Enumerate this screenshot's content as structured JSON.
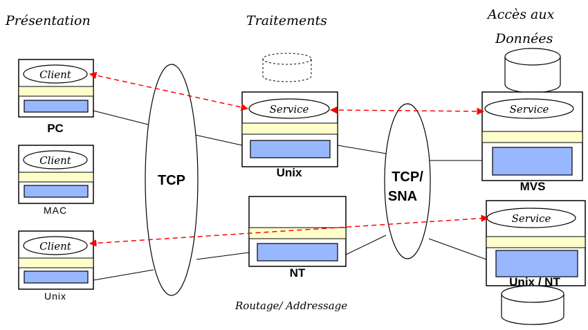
{
  "headers": {
    "presentation": "Présentation",
    "processing": "Traitements",
    "data_access_line1": "Accès aux",
    "data_access_line2": "Données"
  },
  "networks": {
    "tcp": "TCP",
    "tcp_sna_line1": "TCP/",
    "tcp_sna_line2": "SNA"
  },
  "nodes": {
    "pc": {
      "label": "PC",
      "component": "Client"
    },
    "mac": {
      "label": "MAC",
      "component": "Client"
    },
    "unix_client": {
      "label": "Unix",
      "component": "Client"
    },
    "unix_server": {
      "label": "Unix",
      "component": "Service"
    },
    "nt_server": {
      "label": "NT"
    },
    "mvs": {
      "label": "MVS",
      "component": "Service"
    },
    "unix_nt": {
      "label": "Unix / NT",
      "component": "Service"
    }
  },
  "footer": "Routage/ Addressage",
  "colors": {
    "flow_arrow": "#ff0000",
    "layer_band": "#ffffcc",
    "screen": "#99b7ff"
  }
}
